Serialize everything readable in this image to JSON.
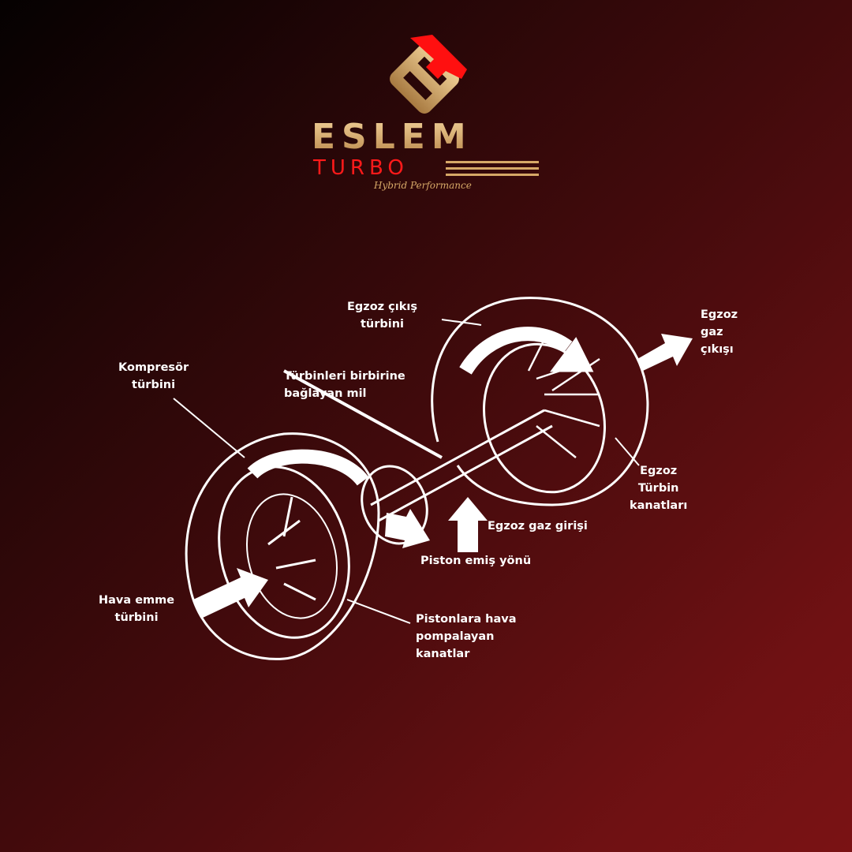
{
  "logo": {
    "brand": "ESLEM",
    "sub": "TURBO",
    "tagline": "Hybrid Performance",
    "colors": {
      "gold": "#d6a867",
      "red": "#ff1a1a"
    }
  },
  "labels": {
    "egzoz_cikis_turbini": [
      "Egzoz çıkış",
      "türbini"
    ],
    "egzoz_gaz_cikisi": [
      "Egzoz",
      "gaz",
      "çıkışı"
    ],
    "kompresor_turbini": [
      "Kompresör",
      "türbini"
    ],
    "mil": [
      "Türbinleri birbirine",
      "bağlayan mil"
    ],
    "turbin_kanatlari": [
      "Egzoz",
      "Türbin",
      "kanatları"
    ],
    "egzoz_gaz_girisi": "Egzoz gaz girişi",
    "piston_emis": "Piston emiş yönü",
    "hava_emme": [
      "Hava emme",
      "türbini"
    ],
    "pistonlara_hava": [
      "Pistonlara hava",
      "pompalayan",
      "kanatlar"
    ]
  }
}
